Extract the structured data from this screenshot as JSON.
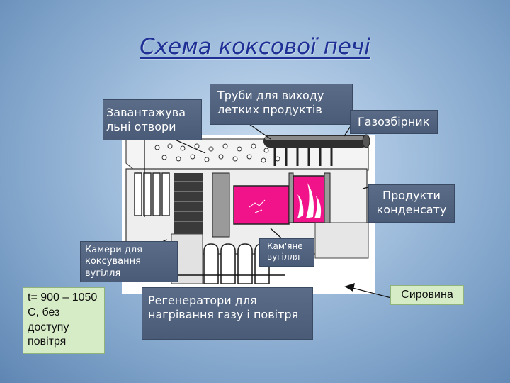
{
  "title": "Схема коксової печі",
  "labels": {
    "loading_holes": "Завантажува льні отвори",
    "pipes": "Труби для виходу летких продуктів",
    "gas_collector": "Газозбірник",
    "condensate": "Продукти конденсату",
    "chambers": "Камери для коксування вугілля",
    "coal": "Кам'яне вугілля",
    "temperature": "t= 900 – 1050 С, без доступу повітря",
    "regenerators": "Регенератори для нагрівання газу і повітря",
    "raw_material": "Сировина"
  },
  "colors": {
    "title": "#1e2f96",
    "label_box": "#4f6180",
    "green_box": "#d6ecc6",
    "chamber_fill": "#f0138a"
  }
}
